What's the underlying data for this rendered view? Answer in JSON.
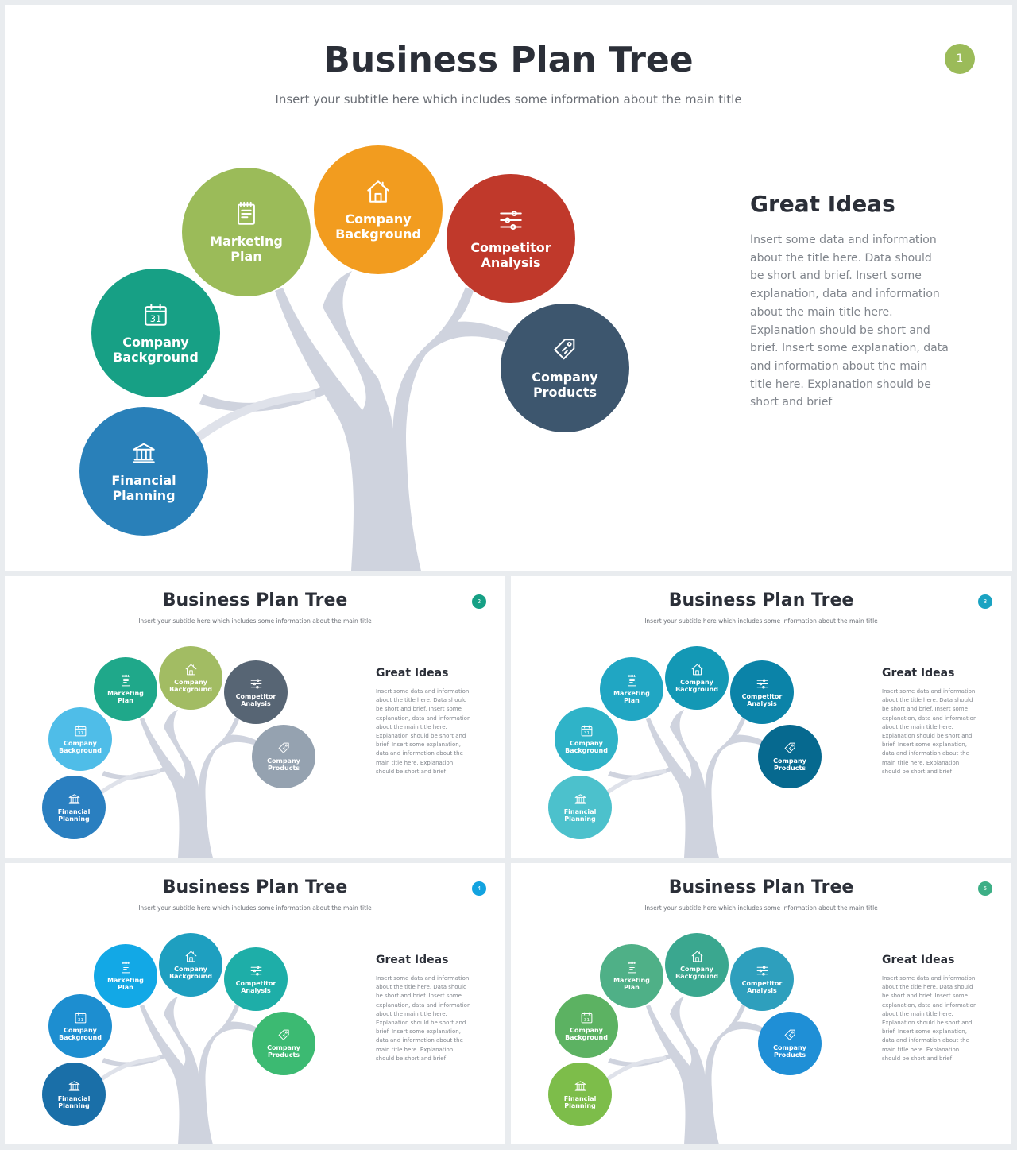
{
  "slides": [
    {
      "title": "Business Plan Tree",
      "subtitle": "Insert your subtitle here which includes some information about the main title",
      "page_number": "1",
      "badge_color": "#9bbb59",
      "side_heading": "Great Ideas",
      "side_text": "Insert some data and information about the title here. Data should be short and brief. Insert some explanation, data and information about the main title here. Explanation should be short and brief. Insert some explanation, data and information about the main title here. Explanation should be short and brief",
      "nodes": [
        {
          "label": "Marketing\nPlan",
          "icon": "notepad-icon",
          "color": "#9bbb59"
        },
        {
          "label": "Company\nBackground",
          "icon": "house-icon",
          "color": "#f29c1f"
        },
        {
          "label": "Competitor\nAnalysis",
          "icon": "sliders-icon",
          "color": "#c0392b"
        },
        {
          "label": "Company\nBackground",
          "icon": "calendar-icon",
          "color": "#17a085"
        },
        {
          "label": "Company\nProducts",
          "icon": "price-tag-icon",
          "color": "#3d566e"
        },
        {
          "label": "Financial\nPlanning",
          "icon": "bank-icon",
          "color": "#2980b9"
        }
      ]
    },
    {
      "title": "Business Plan Tree",
      "subtitle": "Insert your subtitle here which includes some information about the main title",
      "page_number": "2",
      "badge_color": "#16a085",
      "side_heading": "Great Ideas",
      "side_text": "Insert some data and information about the title here. Data should be short and brief. Insert some explanation, data and information about the main title here. Explanation should be short and brief. Insert some explanation, data and information about the main title here. Explanation should be short and brief",
      "nodes": [
        {
          "label": "Marketing\nPlan",
          "icon": "notepad-icon",
          "color": "#1fa88a"
        },
        {
          "label": "Company\nBackground",
          "icon": "house-icon",
          "color": "#a2bc63"
        },
        {
          "label": "Competitor\nAnalysis",
          "icon": "sliders-icon",
          "color": "#576574"
        },
        {
          "label": "Company\nBackground",
          "icon": "calendar-icon",
          "color": "#4fbde8"
        },
        {
          "label": "Company\nProducts",
          "icon": "price-tag-icon",
          "color": "#95a2b0"
        },
        {
          "label": "Financial\nPlanning",
          "icon": "bank-icon",
          "color": "#2a7fc0"
        }
      ]
    },
    {
      "title": "Business Plan Tree",
      "subtitle": "Insert your subtitle here which includes some information about the main title",
      "page_number": "3",
      "badge_color": "#1aa3c2",
      "side_heading": "Great Ideas",
      "side_text": "Insert some data and information about the title here. Data should be short and brief. Insert some explanation, data and information about the main title here. Explanation should be short and brief. Insert some explanation, data and information about the main title here. Explanation should be short and brief",
      "nodes": [
        {
          "label": "Marketing\nPlan",
          "icon": "notepad-icon",
          "color": "#20a6c3"
        },
        {
          "label": "Company\nBackground",
          "icon": "house-icon",
          "color": "#1398b5"
        },
        {
          "label": "Competitor\nAnalysis",
          "icon": "sliders-icon",
          "color": "#0b83a8"
        },
        {
          "label": "Company\nBackground",
          "icon": "calendar-icon",
          "color": "#2fb3c8"
        },
        {
          "label": "Company\nProducts",
          "icon": "price-tag-icon",
          "color": "#06698f"
        },
        {
          "label": "Financial\nPlanning",
          "icon": "bank-icon",
          "color": "#4cc1cc"
        }
      ]
    },
    {
      "title": "Business Plan Tree",
      "subtitle": "Insert your subtitle here which includes some information about the main title",
      "page_number": "4",
      "badge_color": "#12a3e0",
      "side_heading": "Great Ideas",
      "side_text": "Insert some data and information about the title here. Data should be short and brief. Insert some explanation, data and information about the main title here. Explanation should be short and brief. Insert some explanation, data and information about the main title here. Explanation should be short and brief",
      "nodes": [
        {
          "label": "Marketing\nPlan",
          "icon": "notepad-icon",
          "color": "#12a8e6"
        },
        {
          "label": "Company\nBackground",
          "icon": "house-icon",
          "color": "#1e9fc0"
        },
        {
          "label": "Competitor\nAnalysis",
          "icon": "sliders-icon",
          "color": "#1eaea8"
        },
        {
          "label": "Company\nBackground",
          "icon": "calendar-icon",
          "color": "#1d8ed0"
        },
        {
          "label": "Company\nProducts",
          "icon": "price-tag-icon",
          "color": "#3cba72"
        },
        {
          "label": "Financial\nPlanning",
          "icon": "bank-icon",
          "color": "#1a6fa8"
        }
      ]
    },
    {
      "title": "Business Plan Tree",
      "subtitle": "Insert your subtitle here which includes some information about the main title",
      "page_number": "5",
      "badge_color": "#3daf86",
      "side_heading": "Great Ideas",
      "side_text": "Insert some data and information about the title here. Data should be short and brief. Insert some explanation, data and information about the main title here. Explanation should be short and brief. Insert some explanation, data and information about the main title here. Explanation should be short and brief",
      "nodes": [
        {
          "label": "Marketing\nPlan",
          "icon": "notepad-icon",
          "color": "#4fb087"
        },
        {
          "label": "Company\nBackground",
          "icon": "house-icon",
          "color": "#3aa78f"
        },
        {
          "label": "Competitor\nAnalysis",
          "icon": "sliders-icon",
          "color": "#2e9fbd"
        },
        {
          "label": "Company\nBackground",
          "icon": "calendar-icon",
          "color": "#5cb262"
        },
        {
          "label": "Company\nProducts",
          "icon": "price-tag-icon",
          "color": "#1f8fd6"
        },
        {
          "label": "Financial\nPlanning",
          "icon": "bank-icon",
          "color": "#7dbd4a"
        }
      ]
    }
  ]
}
